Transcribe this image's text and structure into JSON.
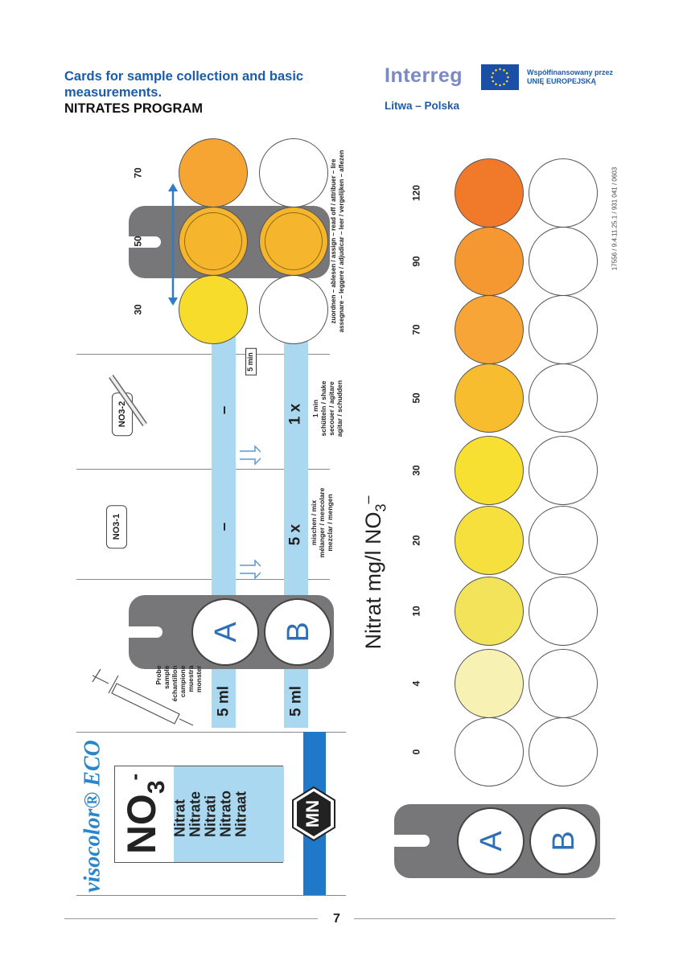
{
  "header": {
    "title_line1": "Cards for sample collection and basic",
    "title_line2": "measurements.",
    "title_line3": "NITRATES PROGRAM"
  },
  "logos": {
    "interreg": "Interreg",
    "eu_line1": "Współfinansowany przez",
    "eu_line2": "UNIĘ EUROPEJSKĄ",
    "region": "Litwa – Polska"
  },
  "card": {
    "brand": "visocolor® ECO",
    "formula": "NO",
    "formula_sub": "3",
    "formula_sup": "-",
    "names": [
      "Nitrat",
      "Nitrate",
      "Nitrati",
      "Nitrato",
      "Nitraat"
    ],
    "mn_logo": "MN",
    "sample_labels": [
      "Probe",
      "sample",
      "échantillon",
      "campione",
      "muestra",
      "monster"
    ],
    "volume_a": "5 ml",
    "volume_b": "5 ml",
    "reagent1": "NO3-1",
    "reagent2": "NO3-2",
    "step1_count": "5 x",
    "step1_text": [
      "mischen / mix",
      "mélanger / mescolare",
      "mezclar / mengen"
    ],
    "step2_count": "1 x",
    "step2_text": [
      "1 min",
      "schütteln / shake",
      "secouer / agitare",
      "agitar / schudden"
    ],
    "dash": "–",
    "wait": "5 min",
    "assign_text": [
      "zuordnen – ablesen / assign – read off / attribuer – lire",
      "assegnare – leggere / adjudicar – leer / vergelijken – aflezen"
    ],
    "holder_a": "A",
    "holder_b": "B",
    "example_values": [
      "30",
      "50",
      "70"
    ],
    "example_colors": [
      "#f7dc2c",
      "#f5b52c",
      "#f6a532"
    ],
    "scale_title": "Nitrat  mg/l NO",
    "scale_sub": "3",
    "scale_sup": "–",
    "scale": [
      {
        "value": "0",
        "color": "#ffffff"
      },
      {
        "value": "4",
        "color": "#f7f1b4"
      },
      {
        "value": "10",
        "color": "#f3e35a"
      },
      {
        "value": "20",
        "color": "#f5e03e"
      },
      {
        "value": "30",
        "color": "#f8e032"
      },
      {
        "value": "50",
        "color": "#f8bd2e"
      },
      {
        "value": "70",
        "color": "#f7a536"
      },
      {
        "value": "90",
        "color": "#f59832"
      },
      {
        "value": "120",
        "color": "#f07a2a"
      }
    ],
    "code": "17556 / 9.4.11.25.1 / 931 041 / 0603"
  },
  "footer": {
    "page": "7"
  }
}
